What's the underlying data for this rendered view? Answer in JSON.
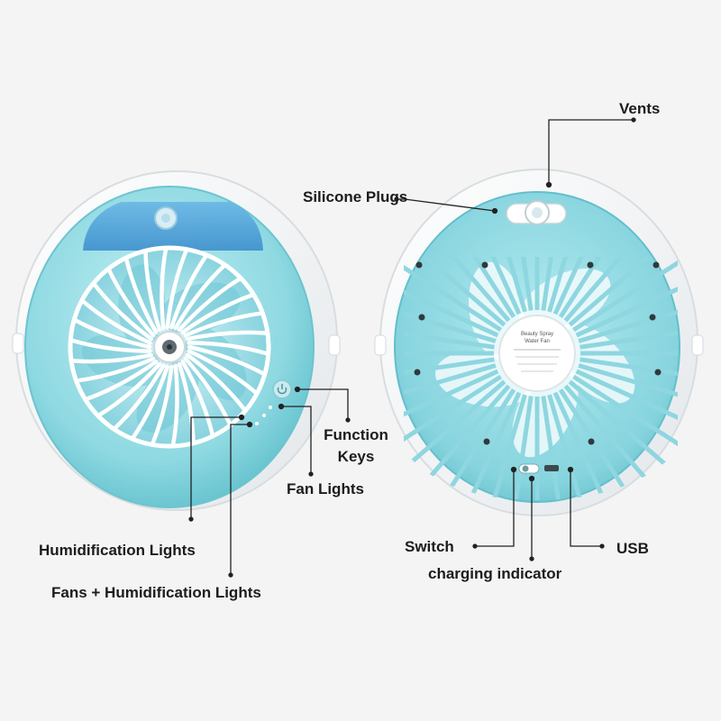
{
  "callouts": {
    "vents": "Vents",
    "silicone_plugs": "Silicone Plugs",
    "function_keys_line1": "Function",
    "function_keys_line2": "Keys",
    "fan_lights": "Fan Lights",
    "humidification_lights": "Humidification Lights",
    "fans_humidification_lights": "Fans + Humidification Lights",
    "switch": "Switch",
    "usb": "USB",
    "charging_indicator": "charging indicator"
  },
  "back_label": {
    "line1": "Beauty Spray",
    "line2": "Water Fan"
  },
  "colors": {
    "background": "#f4f4f4",
    "shell": "#ffffff",
    "body_blue": "#8fd9e2",
    "body_blue_dark": "#5cbfcc",
    "tank_blue": "#4a9fd4",
    "grille": "#ffffff",
    "callout_line": "#222222"
  }
}
